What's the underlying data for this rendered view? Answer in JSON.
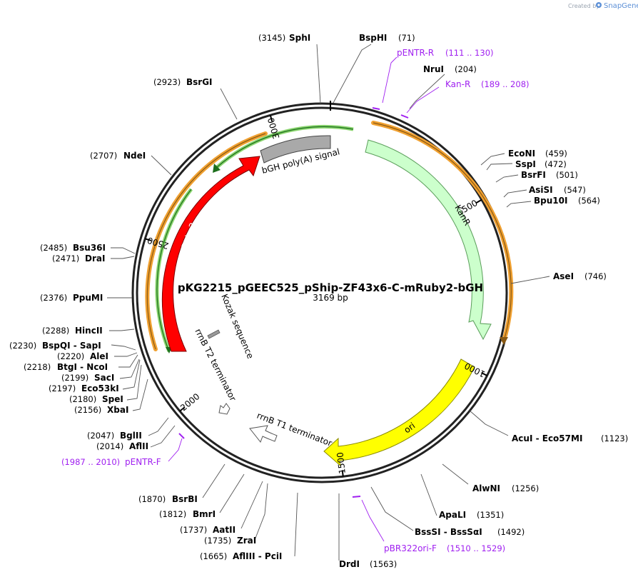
{
  "credit": {
    "prefix": "Created by",
    "brand": "SnapGene"
  },
  "plasmid": {
    "name": "pKG2215_pGEEC525_pShip-ZF43x6-C-mRuby2-bGH",
    "length_label": "3169 bp",
    "length": 3169
  },
  "ticks": [
    {
      "bp": 500,
      "label": "500"
    },
    {
      "bp": 1000,
      "label": "1000"
    },
    {
      "bp": 1500,
      "label": "1500"
    },
    {
      "bp": 2000,
      "label": "2000"
    },
    {
      "bp": 2500,
      "label": "2500"
    },
    {
      "bp": 3000,
      "label": "3000"
    }
  ],
  "features": [
    {
      "name": "bGH poly(A) signal",
      "color": "#a9a9a9",
      "direction": "none"
    },
    {
      "name": "KanR",
      "color": "#ccffcc",
      "direction": "forward"
    },
    {
      "name": "ori",
      "color": "#ffff00",
      "direction": "reverse"
    },
    {
      "name": "rrnB T1 terminator",
      "color": "#ffffff",
      "direction": "reverse"
    },
    {
      "name": "rrnB T2 terminator",
      "color": "#ffffff",
      "direction": "reverse"
    },
    {
      "name": "Kozak sequence",
      "color": "#999999",
      "direction": "none"
    },
    {
      "name": "mRuby2",
      "color": "#ff0000",
      "direction": "forward"
    }
  ],
  "sites": [
    {
      "name": "SphI",
      "pos": "(3145)"
    },
    {
      "name": "BspHI",
      "pos": "(71)"
    },
    {
      "name": "NruI",
      "pos": "(204)"
    },
    {
      "name": "BsrGI",
      "pos": "(2923)"
    },
    {
      "name": "NdeI",
      "pos": "(2707)"
    },
    {
      "name": "EcoNI",
      "pos": "(459)"
    },
    {
      "name": "SspI",
      "pos": "(472)"
    },
    {
      "name": "BsrFI",
      "pos": "(501)"
    },
    {
      "name": "AsiSI",
      "pos": "(547)"
    },
    {
      "name": "Bpu10I",
      "pos": "(564)"
    },
    {
      "name": "AseI",
      "pos": "(746)"
    },
    {
      "name": "Bsu36I",
      "pos": "(2485)"
    },
    {
      "name": "DraI",
      "pos": "(2471)"
    },
    {
      "name": "PpuMI",
      "pos": "(2376)"
    },
    {
      "name": "HincII",
      "pos": "(2288)"
    },
    {
      "name": "BspQI - SapI",
      "pos": "(2230)"
    },
    {
      "name": "AleI",
      "pos": "(2220)"
    },
    {
      "name": "BtgI - NcoI",
      "pos": "(2218)"
    },
    {
      "name": "SacI",
      "pos": "(2199)"
    },
    {
      "name": "Eco53kI",
      "pos": "(2197)"
    },
    {
      "name": "SpeI",
      "pos": "(2180)"
    },
    {
      "name": "XbaI",
      "pos": "(2156)"
    },
    {
      "name": "BglII",
      "pos": "(2047)"
    },
    {
      "name": "AflII",
      "pos": "(2014)"
    },
    {
      "name": "AcuI - Eco57MI",
      "pos": "(1123)"
    },
    {
      "name": "AlwNI",
      "pos": "(1256)"
    },
    {
      "name": "ApaLI",
      "pos": "(1351)"
    },
    {
      "name": "BssSI - BssSαI",
      "pos": "(1492)"
    },
    {
      "name": "DrdI",
      "pos": "(1563)"
    },
    {
      "name": "BsrBI",
      "pos": "(1870)"
    },
    {
      "name": "BmrI",
      "pos": "(1812)"
    },
    {
      "name": "AatII",
      "pos": "(1737)"
    },
    {
      "name": "ZraI",
      "pos": "(1735)"
    },
    {
      "name": "AflIII - PciI",
      "pos": "(1665)"
    }
  ],
  "primers": [
    {
      "name": "pENTR-R",
      "range": "(111 .. 130)"
    },
    {
      "name": "Kan-R",
      "range": "(189 .. 208)"
    },
    {
      "name": "pENTR-F",
      "range": "(1987 .. 2010)"
    },
    {
      "name": "pBR322ori-F",
      "range": "(1510 .. 1529)"
    }
  ],
  "colors": {
    "backbone": "#222222",
    "primer": "#a020f0",
    "orange_outline": "#f0a030",
    "green_outline": "#2e9e2e"
  }
}
